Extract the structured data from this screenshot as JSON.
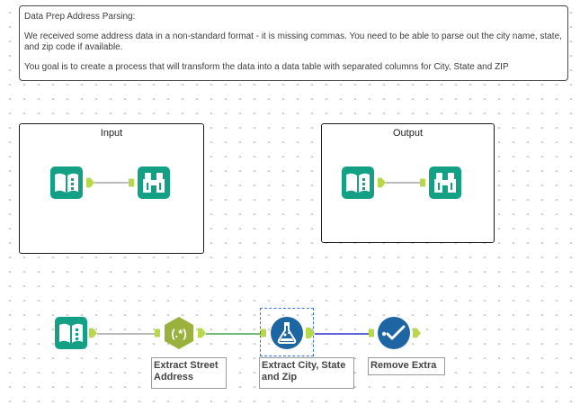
{
  "comment": {
    "title": "Data Prep Address Parsing:",
    "line1": "We received some address data in a non-standard format - it is missing commas.   You need to be able to parse out the city name, state, and zip code if available.",
    "line2": "You goal is to create a process that will transform the data into a data table with separated columns for City, State and ZIP"
  },
  "containers": {
    "input_title": "Input",
    "output_title": "Output"
  },
  "workflow": {
    "tools": [
      {
        "name": "Input Data",
        "icon": "book-icon"
      },
      {
        "name": "RegEx",
        "icon": "regex-icon",
        "symbol": "(.*)"
      },
      {
        "name": "Formula",
        "icon": "flask-icon"
      },
      {
        "name": "Select",
        "icon": "checkmark-icon"
      }
    ],
    "labels": {
      "regex": "Extract Street Address",
      "formula": "Extract City, State and Zip",
      "select": "Remove Extra"
    }
  },
  "colors": {
    "input_tool": "#14a085",
    "regex_tool": "#9ab13d",
    "formula_tool": "#1d65a3",
    "select_tool": "#1d65a3",
    "anchor": "#b7d84a",
    "conn_gray": "#a6a6a6",
    "conn_green": "#3ea64a",
    "conn_blue": "#2a32c8",
    "selection": "#3a6fd6"
  }
}
